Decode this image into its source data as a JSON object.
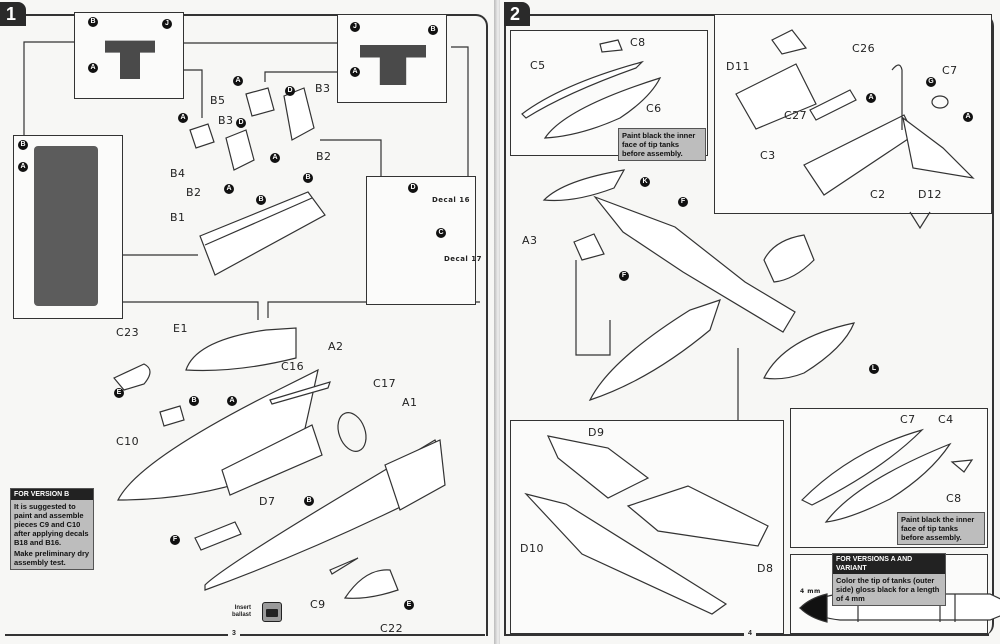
{
  "left_page": {
    "step": "1",
    "page_number": "3",
    "part_labels": [
      "B5",
      "B3",
      "B3",
      "B4",
      "B2",
      "B2",
      "B1",
      "E1",
      "C23",
      "C16",
      "A2",
      "C17",
      "A1",
      "C10",
      "D7",
      "C9",
      "C22"
    ],
    "callouts": {
      "panel_left": [
        "B",
        "J",
        "A"
      ],
      "panel_right": [
        "J",
        "B",
        "A"
      ],
      "floor": [
        "B",
        "A"
      ],
      "seat_parts": [
        "A",
        "D",
        "A",
        "D",
        "A",
        "B",
        "A",
        "B"
      ],
      "seat_detail": [
        "D",
        "C"
      ],
      "fuselage": [
        "E",
        "A",
        "B",
        "B",
        "F",
        "E"
      ]
    },
    "seat_detail_decals": [
      "Decal 16",
      "Decal 17"
    ],
    "note_version_b": {
      "heading": "For version B",
      "body": "It is suggested to paint and assemble pieces C9 and C10 after applying decals B18 and B16.",
      "body2": "Make preliminary dry assembly test."
    },
    "ballast": {
      "label_line1": "Insert",
      "label_line2": "ballast",
      "icon": "weight-icon"
    }
  },
  "right_page": {
    "step": "2",
    "page_number": "4",
    "part_labels": [
      "C8",
      "C5",
      "C6",
      "D11",
      "C26",
      "C7",
      "C27",
      "C3",
      "C2",
      "D12",
      "A3",
      "D9",
      "D10",
      "D8",
      "C7",
      "C4",
      "C8"
    ],
    "callouts": {
      "engine": [
        "G",
        "A",
        "A"
      ],
      "main": [
        "K",
        "F",
        "F",
        "L"
      ]
    },
    "note_tip_tanks_1": "Paint black the inner face of tip tanks before assembly.",
    "note_tip_tanks_2": "Paint black the inner face of tip tanks before assembly.",
    "note_versions_a": {
      "heading": "For versions A and variant",
      "body": "Color the tip of tanks (outer side) gloss black for a length of 4 mm"
    },
    "tank_dimension": "4 mm"
  }
}
